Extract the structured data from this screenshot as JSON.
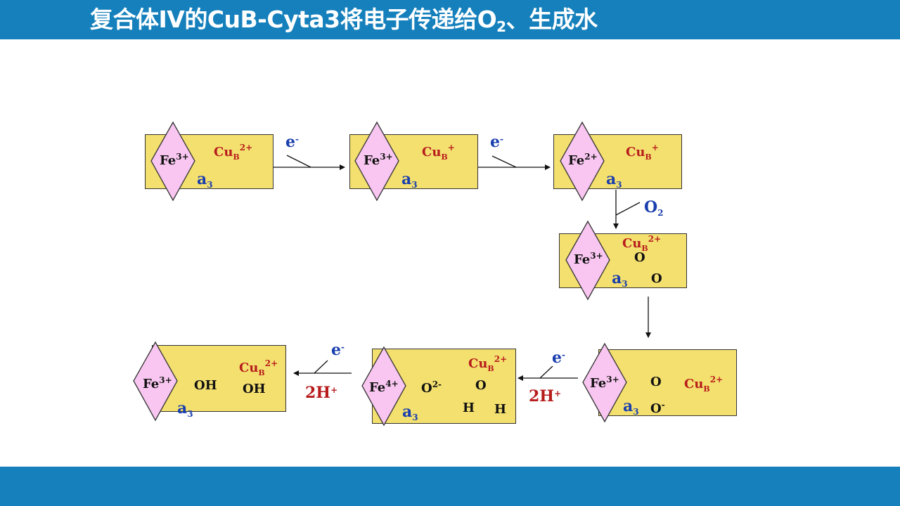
{
  "slide": {
    "title_main": "复合体IV的CuB-Cyta3将电子传递给O",
    "title_sub": "2",
    "title_tail": "、生成水"
  },
  "diagram": {
    "fe": "Fe",
    "fe3": "3+",
    "fe2": "2+",
    "fe4": "4+",
    "a": "a",
    "a_sub": "3",
    "cu": "Cu",
    "cu_sub": "B",
    "cu_2plus": "2+",
    "cu_plus": "+",
    "o": "O",
    "o_minus": "-",
    "o_2minus": "2-",
    "oh": "OH",
    "h": "H",
    "e": "e",
    "e_minus": "-",
    "o2_label": "O",
    "o2_sub": "2",
    "two_h": "2H",
    "h_plus": "+",
    "colors": {
      "box": "#f4e06f",
      "diamond": "#f8c6f0",
      "red": "#b71c1c",
      "blue": "#1a3fae",
      "bar": "#1580bc"
    }
  }
}
